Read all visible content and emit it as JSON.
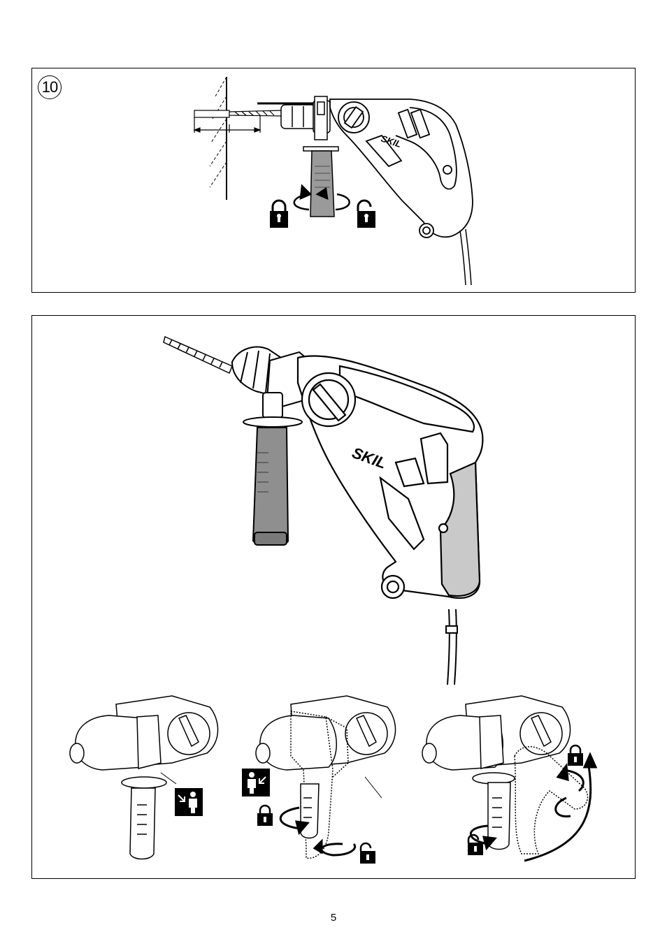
{
  "figure": {
    "number": "10"
  },
  "brand": {
    "logo_text": "SKIL"
  },
  "icons": [
    "lock-closed-icon",
    "lock-open-icon",
    "rotate-arrow-icon",
    "person-step-in-icon",
    "person-step-out-icon"
  ],
  "page": {
    "number": "5"
  }
}
